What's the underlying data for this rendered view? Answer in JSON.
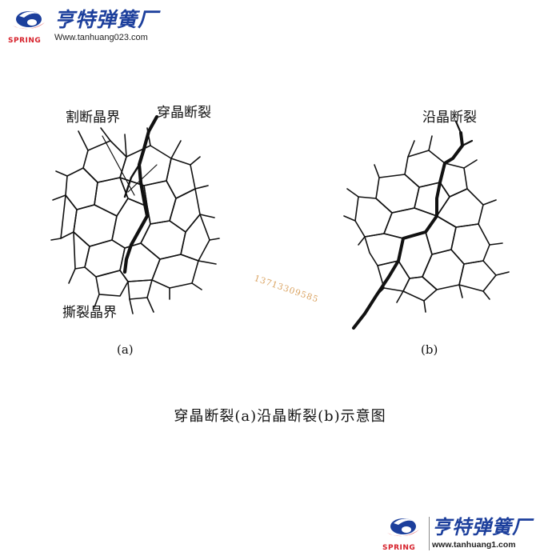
{
  "logo_top": {
    "brand": "亨特弹簧厂",
    "spring": "SPRING",
    "url": "Www.tanhuang023.com"
  },
  "logo_bottom": {
    "brand": "亨特弹簧厂",
    "spring": "SPRING",
    "url": "www.tanhuang1.com"
  },
  "diagram_a": {
    "label_top_left": "割断晶界",
    "label_top_right": "穿晶断裂",
    "label_bottom": "撕裂晶界",
    "caption": "(a)"
  },
  "diagram_b": {
    "label_top": "沿晶断裂",
    "caption": "(b)"
  },
  "watermark_phone": "13713309585",
  "figure_caption": "穿晶断裂(a)沿晶断裂(b)示意图",
  "colors": {
    "brand_blue": "#1c3f9c",
    "brand_red": "#d6202a",
    "watermark": "#d9a15e"
  }
}
